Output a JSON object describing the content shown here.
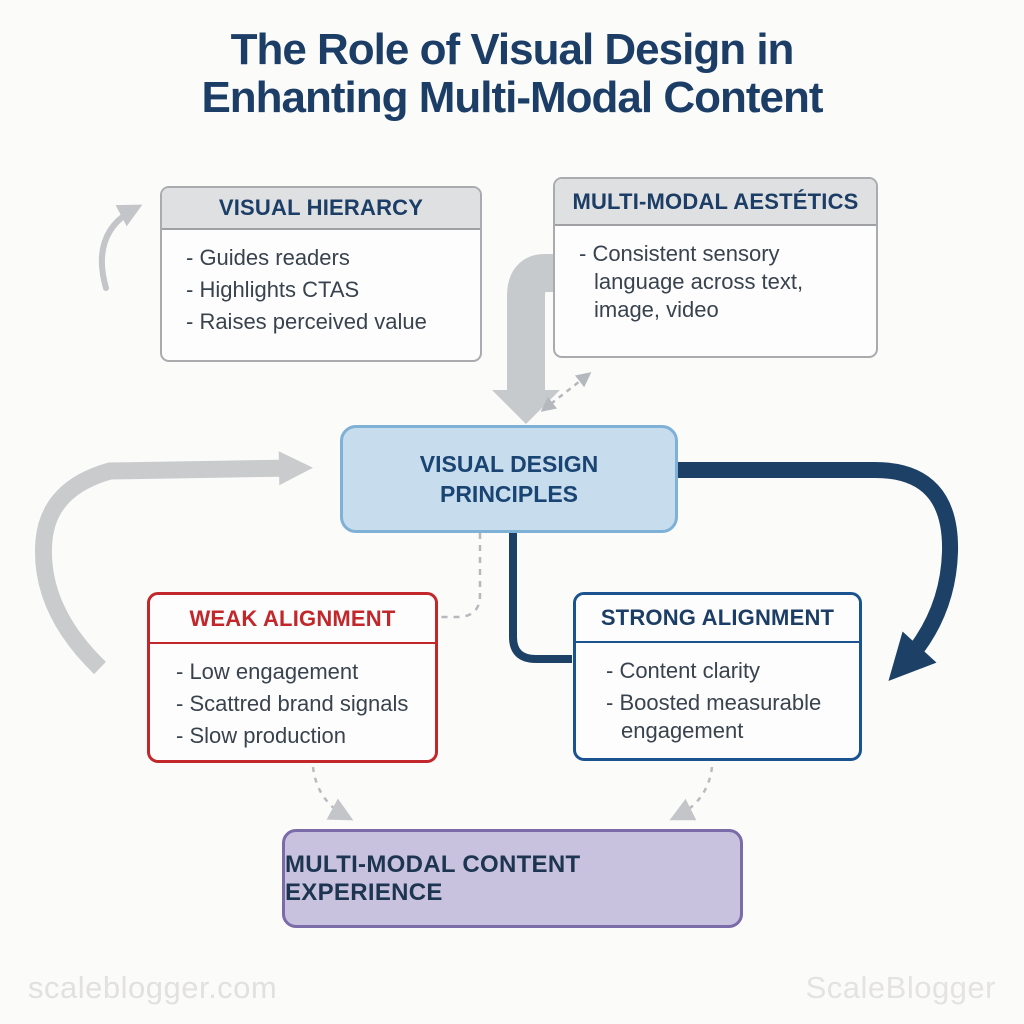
{
  "title": {
    "line1": "The Role of Visual Design in",
    "line2": "Enhanting Multi-Modal Content"
  },
  "boxes": {
    "visual_hierarchy": {
      "header": "VISUAL HIERARCY",
      "items": [
        "- Guides readers",
        "- Highlights CTAS",
        "- Raises perceived value"
      ]
    },
    "multi_modal_aesthetics": {
      "header": "MULTI-MODAL AESTÉTICS",
      "items": [
        "- Consistent sensory language across text, image, video"
      ]
    },
    "visual_design_principles": {
      "label": "VISUAL DESIGN PRINCIPLES"
    },
    "weak_alignment": {
      "header": "WEAK ALIGNMENT",
      "items": [
        "- Low engagement",
        "- Scattred brand signals",
        "- Slow production"
      ]
    },
    "strong_alignment": {
      "header": "STRONG ALIGNMENT",
      "items": [
        "- Content clarity",
        "- Boosted measurable engagement"
      ]
    },
    "content_experience": {
      "label": "MULTI-MODAL CONTENT EXPERIENCE"
    }
  },
  "footer": {
    "left": "scaleblogger.com",
    "right": "ScaleBlogger"
  },
  "arrows": [
    {
      "name": "curved-intro-arrow",
      "style": "thin gray curve",
      "to": "visual-hierarchy-box"
    },
    {
      "name": "thick-down-arrow",
      "style": "thick light gray elbow",
      "from": "multi-modal-aesthetics-box",
      "to": "visual-design-principles-box"
    },
    {
      "name": "dashed-double-arrow",
      "style": "dashed gray, two heads",
      "between": [
        "visual-design-principles-box",
        "multi-modal-aesthetics-box"
      ]
    },
    {
      "name": "big-left-curve-arrow",
      "style": "thick light gray curve",
      "to": "visual-design-principles-box"
    },
    {
      "name": "big-navy-curve-arrow",
      "style": "thick navy curve",
      "from": "visual-design-principles-box",
      "to": "strong-alignment-box"
    },
    {
      "name": "navy-elbow-connector",
      "style": "navy elbow line",
      "from": "visual-design-principles-box",
      "to": "strong-alignment-box"
    },
    {
      "name": "dashed-elbow-connector",
      "style": "dashed gray elbow",
      "from": "visual-design-principles-box",
      "to": "weak-alignment-box"
    },
    {
      "name": "dashed-weak-to-experience",
      "style": "dashed gray curve",
      "from": "weak-alignment-box",
      "to": "content-experience-box"
    },
    {
      "name": "dashed-strong-to-experience",
      "style": "dashed gray curve",
      "from": "strong-alignment-box",
      "to": "content-experience-box"
    }
  ],
  "palette": {
    "navy_text": "#1c3e66",
    "navy_arrow": "#1d4066",
    "red_accent": "#c2272b",
    "blue_box_fill": "#c7dcec",
    "blue_box_border": "#7fb0d6",
    "purple_box_fill": "#c9c2df",
    "purple_box_border": "#7b6ba8",
    "gray_header": "#dfe0e2",
    "gray_arrow": "#c8cacd",
    "footer_text": "#e2e1e0"
  }
}
